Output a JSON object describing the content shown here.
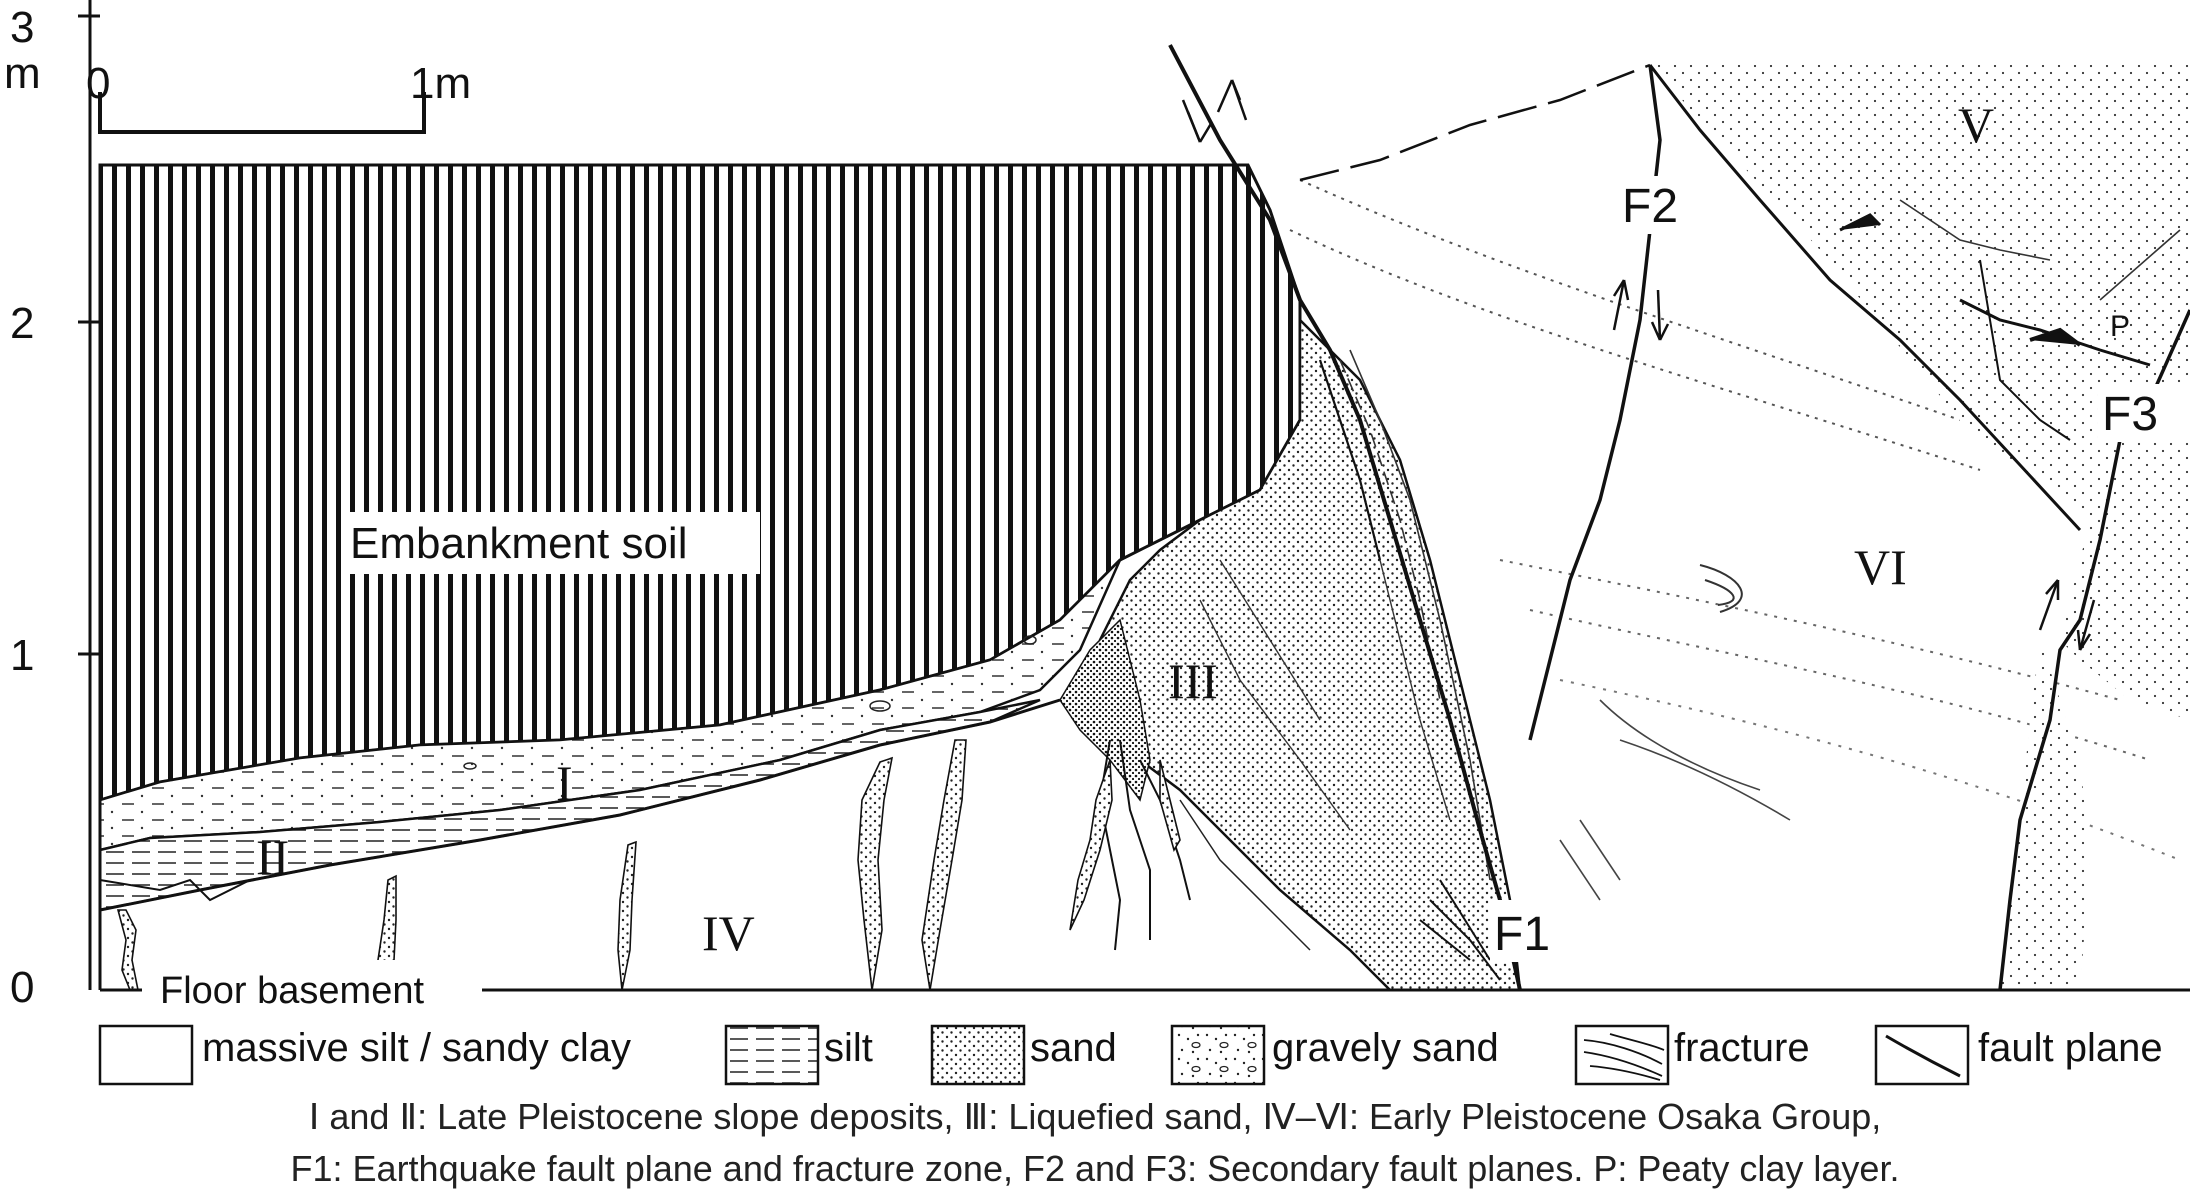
{
  "scale_axis": {
    "ticks": [
      "3",
      "2",
      "1",
      "0"
    ],
    "unit": "m"
  },
  "scale_bar": {
    "start": "0",
    "end": "1m"
  },
  "labels": {
    "embankment": "Embankment soil",
    "floor": "Floor basement",
    "unit_I": "I",
    "unit_II": "II",
    "unit_III": "III",
    "unit_IV": "IV",
    "unit_V": "V",
    "unit_VI": "VI",
    "fault_F1": "F1",
    "fault_F2": "F2",
    "fault_F3": "F3",
    "peat_P": "P"
  },
  "legend": [
    {
      "label": "massive silt / sandy clay"
    },
    {
      "label": "silt"
    },
    {
      "label": "sand"
    },
    {
      "label": "gravely sand"
    },
    {
      "label": "fracture"
    },
    {
      "label": "fault plane"
    }
  ],
  "caption": {
    "line1": "Ⅰ and Ⅱ: Late Pleistocene slope deposits, Ⅲ: Liquefied sand, Ⅳ–Ⅵ: Early Pleistocene Osaka Group,",
    "line2": "F1: Earthquake fault plane and fracture zone, F2 and F3: Secondary fault planes. P: Peaty clay layer."
  }
}
